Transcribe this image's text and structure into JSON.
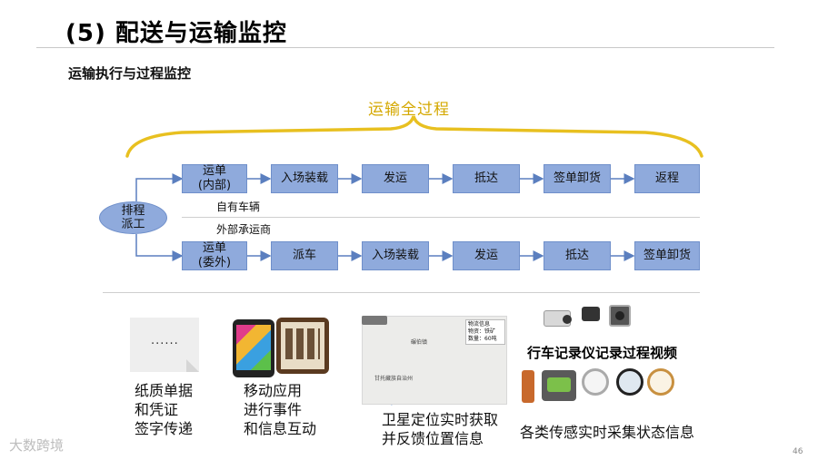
{
  "title": "(5) 配送与运输监控",
  "subtitle": "运输执行与过程监控",
  "brace_label": "运输全过程",
  "start_node": {
    "line1": "排程",
    "line2": "派工"
  },
  "top_track_label": "自有车辆",
  "bottom_track_label": "外部承运商",
  "top_row": [
    {
      "line1": "运单",
      "line2": "(内部)"
    },
    {
      "line1": "入场装载",
      "line2": ""
    },
    {
      "line1": "发运",
      "line2": ""
    },
    {
      "line1": "抵达",
      "line2": ""
    },
    {
      "line1": "签单卸货",
      "line2": ""
    },
    {
      "line1": "返程",
      "line2": ""
    }
  ],
  "bottom_row": [
    {
      "line1": "运单",
      "line2": "(委外)"
    },
    {
      "line1": "派车",
      "line2": ""
    },
    {
      "line1": "入场装载",
      "line2": ""
    },
    {
      "line1": "发运",
      "line2": ""
    },
    {
      "line1": "抵达",
      "line2": ""
    },
    {
      "line1": "签单卸货",
      "line2": ""
    }
  ],
  "paper": {
    "dots": "......",
    "caption": [
      "纸质单据",
      "和凭证",
      "签字传递"
    ]
  },
  "mobile": {
    "caption": [
      "移动应用",
      "进行事件",
      "和信息互动"
    ]
  },
  "gps": {
    "legend": [
      "物流信息",
      "物资：铁矿",
      "数量：60吨"
    ],
    "towns": [
      "碾伯镇",
      "甘托藏族自治州"
    ],
    "caption": [
      "卫星定位实时获取",
      "并反馈位置信息"
    ]
  },
  "video": {
    "caption": "行车记录仪记录过程视频"
  },
  "sensor": {
    "caption": "各类传感实时采集状态信息"
  },
  "footer": {
    "logo": "大数跨境",
    "page": "46"
  },
  "colors": {
    "box_fill": "#8faadc",
    "brace": "#e8c020",
    "arrow": "#5b7fbf"
  }
}
